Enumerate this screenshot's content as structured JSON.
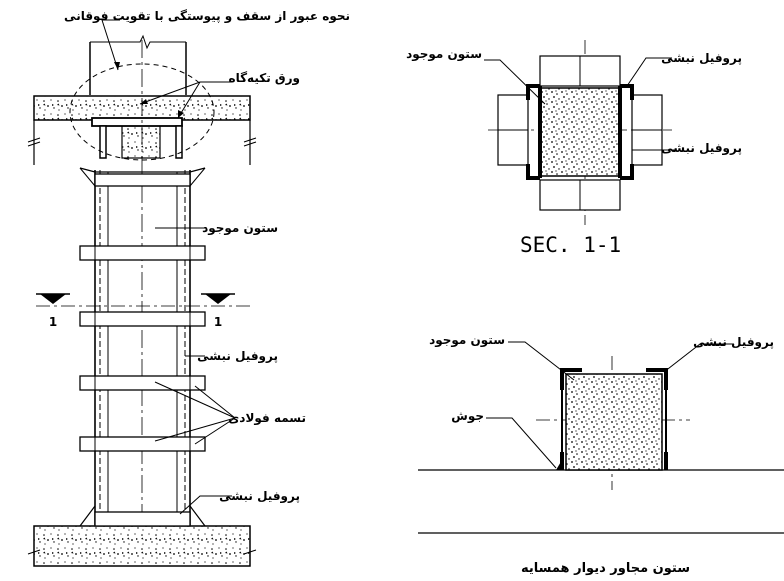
{
  "labels": {
    "top_passage": "نحوه عبور از سقف و پیوستگی با تقویت فوقانی",
    "bearing_plate": "ورق تکیه‌گاه",
    "existing_column_main": "ستون موجود",
    "angle_profile_main": "پروفیل نبشی",
    "steel_straps": "تسمه فولادی",
    "angle_profile_bottom": "پروفیل نبشی",
    "section_mark_left": "1",
    "section_mark_right": "1",
    "sec_existing_column": "ستون موجود",
    "sec_angle_top": "پروفیل نبشی",
    "sec_angle_right": "پروفیل نبشی",
    "section_title": "SEC. 1-1",
    "adj_existing_column": "ستون موجود",
    "adj_angle": "پروفیل نبشی",
    "adj_weld": "جوش",
    "adj_caption": "ستون مجاور دیوار همسایه"
  }
}
